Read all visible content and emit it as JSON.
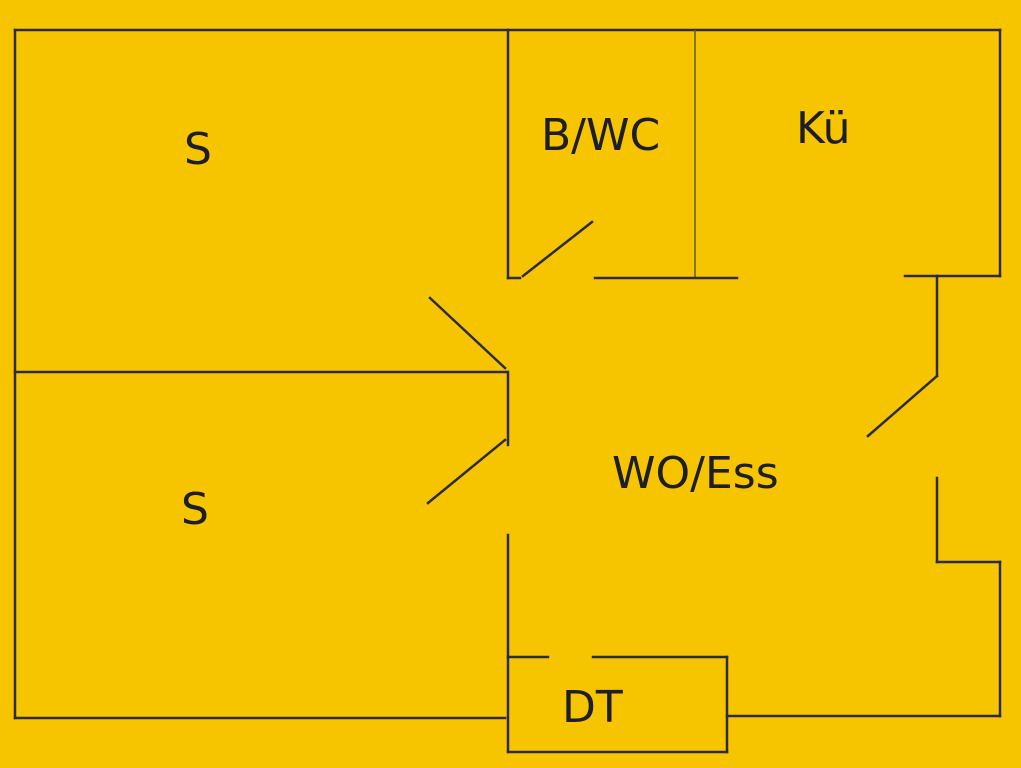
{
  "background_color": "#f7c400",
  "line_color": "#2b2b3a",
  "rooms": {
    "bedroom_top": "S",
    "bedroom_bottom": "S",
    "bath_wc": "B/WC",
    "kitchen": "Kü",
    "living_dining": "WO/Ess",
    "roof_terrace": "DT"
  }
}
